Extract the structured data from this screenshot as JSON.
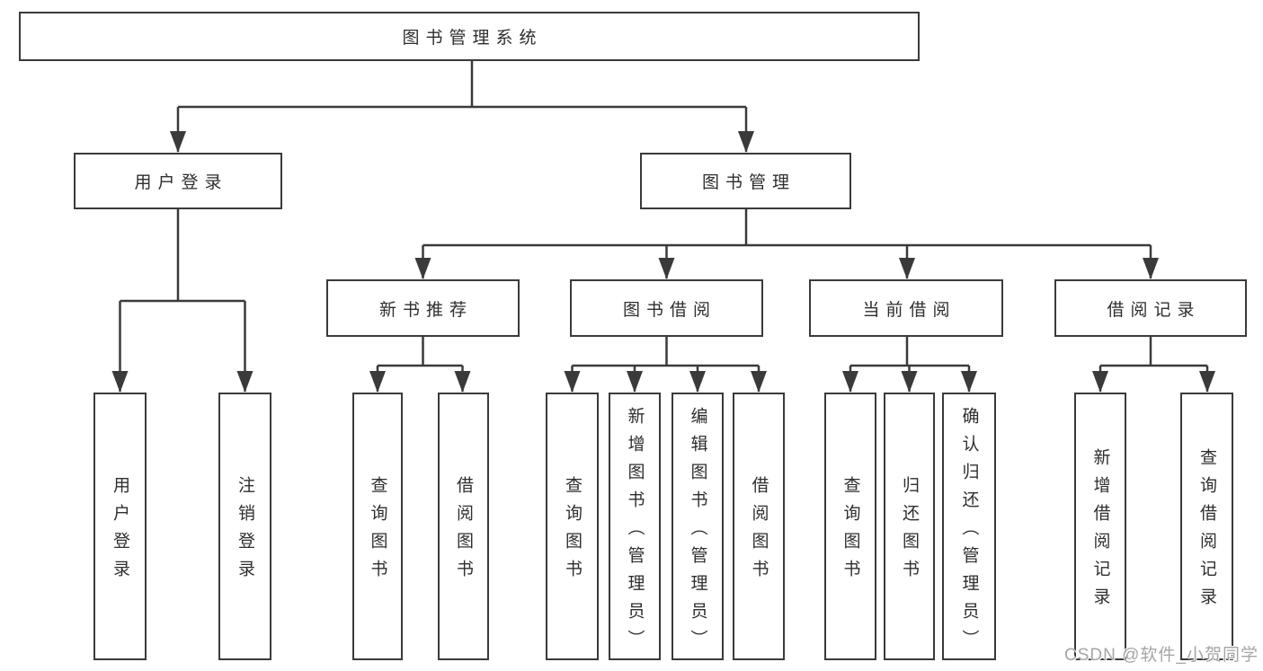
{
  "diagram": {
    "root": {
      "label": "图书管理系统"
    },
    "level2": [
      {
        "label": "用户登录"
      },
      {
        "label": "图书管理"
      }
    ],
    "level3": [
      {
        "label": "新书推荐",
        "parent": "图书管理"
      },
      {
        "label": "图书借阅",
        "parent": "图书管理"
      },
      {
        "label": "当前借阅",
        "parent": "图书管理"
      },
      {
        "label": "借阅记录",
        "parent": "图书管理"
      }
    ],
    "leaves": [
      {
        "label": "用户登录",
        "parent": "用户登录"
      },
      {
        "label": "注销登录",
        "parent": "用户登录"
      },
      {
        "label": "查询图书",
        "parent": "新书推荐"
      },
      {
        "label": "借阅图书",
        "parent": "新书推荐"
      },
      {
        "label": "查询图书",
        "parent": "图书借阅"
      },
      {
        "label": "新增图书（管理员）",
        "parent": "图书借阅"
      },
      {
        "label": "编辑图书（管理员）",
        "parent": "图书借阅"
      },
      {
        "label": "借阅图书",
        "parent": "图书借阅"
      },
      {
        "label": "查询图书",
        "parent": "当前借阅"
      },
      {
        "label": "归还图书",
        "parent": "当前借阅"
      },
      {
        "label": "确认归还（管理员）",
        "parent": "当前借阅"
      },
      {
        "label": "新增借阅记录",
        "parent": "借阅记录"
      },
      {
        "label": "查询借阅记录",
        "parent": "借阅记录"
      }
    ]
  },
  "watermark": "CSDN @软件_小贺同学",
  "colors": {
    "line": "#3a3a3a",
    "box_border": "#3a3a3a",
    "text": "#2e2e2e",
    "watermark_text": "#a5a5a5",
    "background": "#ffffff"
  }
}
